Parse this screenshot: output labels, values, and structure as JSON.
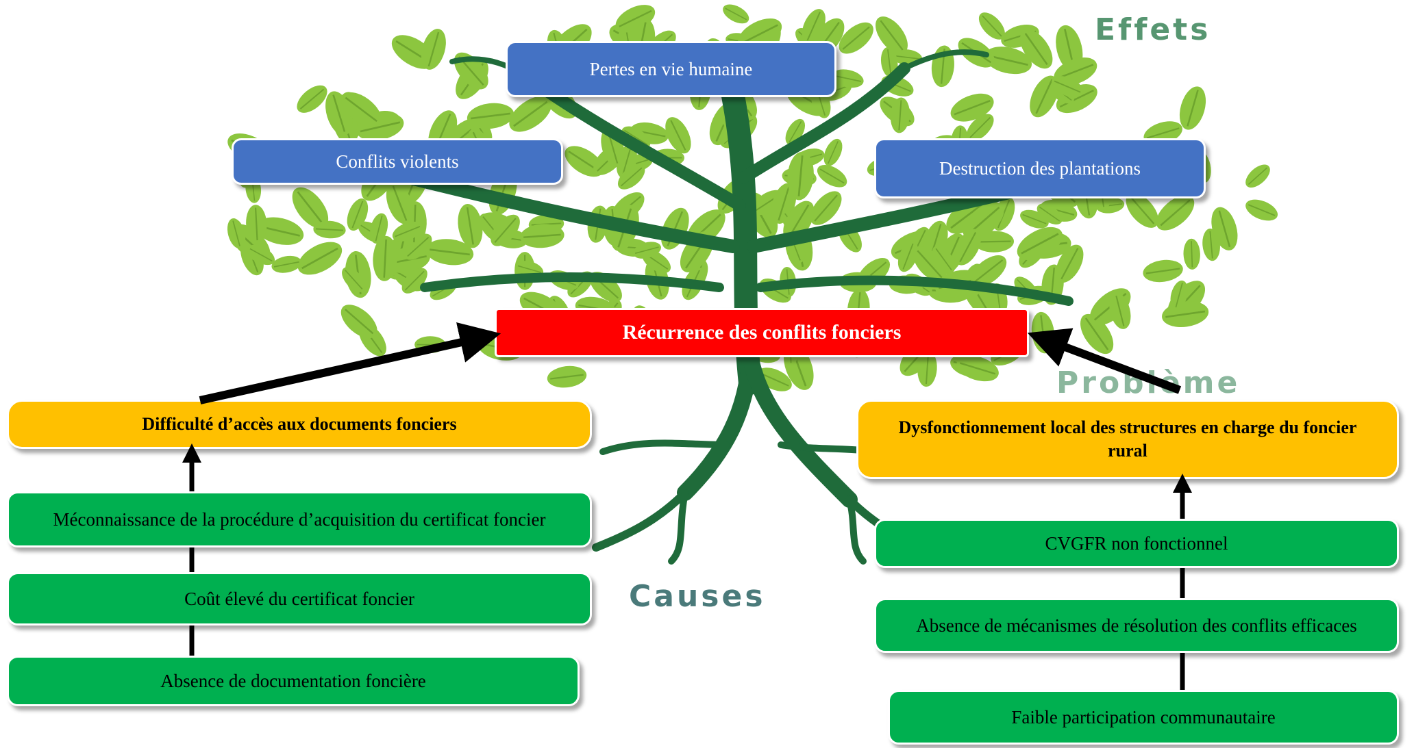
{
  "labels": {
    "effets": "Effets",
    "probleme": "Problème",
    "causes": "Causes"
  },
  "effects": {
    "top": "Pertes en vie humaine",
    "left": "Conflits violents",
    "right": "Destruction des plantations"
  },
  "problem": "Récurrence des conflits fonciers",
  "left_branch": {
    "head": "Difficulté d’accès aux documents fonciers",
    "causes": [
      "Méconnaissance de la procédure d’acquisition du certificat foncier",
      "Coût élevé du certificat foncier",
      "Absence de documentation foncière"
    ]
  },
  "right_branch": {
    "head": "Dysfonctionnement local des structures en charge du foncier rural",
    "causes": [
      "CVGFR non fonctionnel",
      "Absence de mécanismes de résolution des conflits efficaces",
      "Faible participation communautaire"
    ]
  },
  "colors": {
    "effect": "#4472c4",
    "problem": "#ff0000",
    "intermediate": "#ffc000",
    "cause": "#00b050",
    "trunk": "#1f6b3a",
    "leaf": "#8cc63f"
  }
}
